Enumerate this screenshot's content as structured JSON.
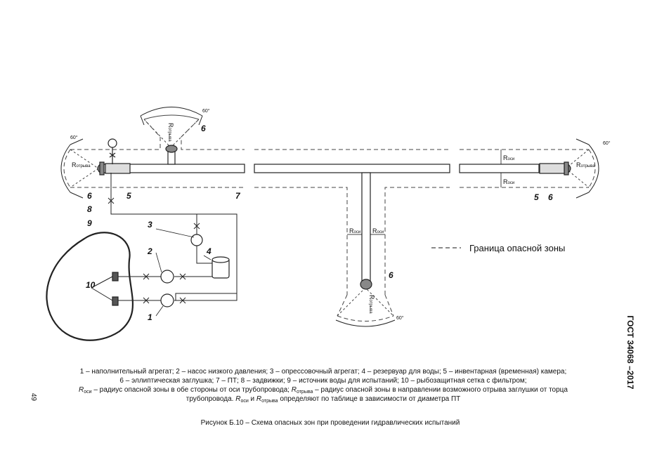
{
  "labels": {
    "n1": "1",
    "n2": "2",
    "n3": "3",
    "n4": "4",
    "n5a": "5",
    "n5b": "5",
    "n6a": "6",
    "n6b": "6",
    "n6c": "6",
    "n6d": "6",
    "n7": "7",
    "n8": "8",
    "n9": "9",
    "n10": "10"
  },
  "radius_labels": {
    "r_main": "R",
    "sub_break": "отрыва",
    "sub_axis": "оси"
  },
  "angle_label": "60°",
  "legend": {
    "text": "Граница опасной зоны"
  },
  "caption": {
    "line1": "1 – наполнительный агрегат; 2 – насос низкого давления; 3 – опрессовочный агрегат; 4 – резервуар для воды; 5 – инвентарная (временная) камера;",
    "line2": "6 – эллиптическая заглушка; 7 – ПТ; 8 – задвижки; 9 – источник воды для испытаний; 10 – рыбозащитная сетка с фильтром;",
    "line3a": "R",
    "line3a_sub": "оси",
    "line3b": " – радиус опасной зоны в обе стороны от оси трубопровода; ",
    "line3c": "R",
    "line3c_sub": "отрыва",
    "line3d": " – радиус опасной зоны в направлении возможного отрыва заглушки от торца",
    "line4a": "трубопровода. ",
    "line4b": "R",
    "line4b_sub": "оси",
    "line4c": " и ",
    "line4d": "R",
    "line4d_sub": "отрыва",
    "line4e": " определяют по таблице в зависимости от диаметра ПТ"
  },
  "figure_title": "Рисунок Б.10 – Схема опасных зон при проведении гидравлических испытаний",
  "side_header": "ГОСТ 34068 –2017",
  "page_number": "49"
}
